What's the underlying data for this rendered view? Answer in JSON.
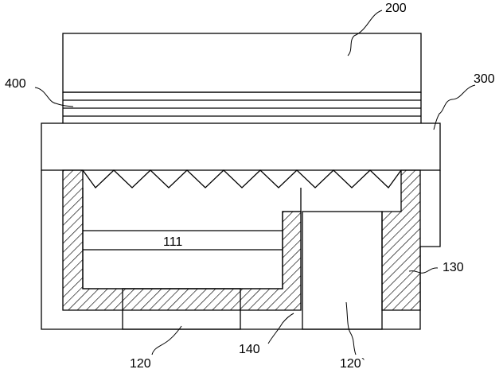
{
  "diagram": {
    "labels": {
      "top_plate": "200",
      "film_stack": "400",
      "prism_sheet": "300",
      "inner_plate": "111",
      "housing": "130",
      "bottom_block_left": "120",
      "hatched_frame": "140",
      "bottom_block_right": "120`"
    }
  }
}
